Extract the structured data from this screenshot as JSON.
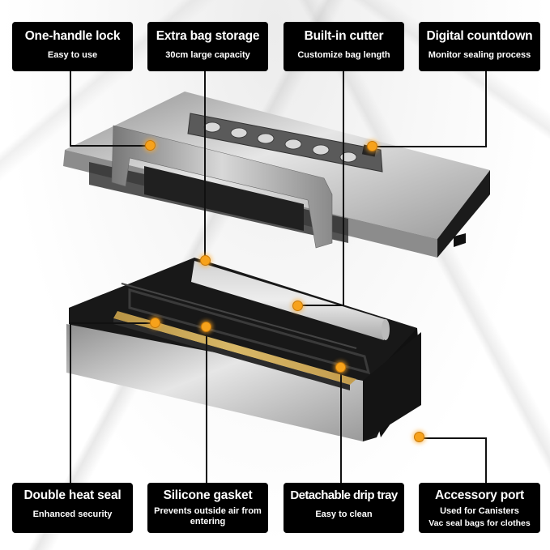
{
  "callouts_top": [
    {
      "title": "One-handle lock",
      "subtitle": "Easy to use"
    },
    {
      "title": "Extra bag storage",
      "subtitle": "30cm large capacity"
    },
    {
      "title": "Built-in cutter",
      "subtitle": "Customize bag length"
    },
    {
      "title": "Digital countdown",
      "subtitle": "Monitor sealing process"
    }
  ],
  "callouts_bottom": [
    {
      "title": "Double heat seal",
      "subtitle": "Enhanced security"
    },
    {
      "title": "Silicone gasket",
      "subtitle": "Prevents outside air from entering"
    },
    {
      "title": "Detachable drip tray",
      "subtitle": "Easy to clean"
    },
    {
      "title": "Accessory port",
      "subtitle": "Used for Canisters",
      "subtitle2": "Vac seal bags for clothes"
    }
  ],
  "colors": {
    "label_bg": "#000000",
    "label_text": "#ffffff",
    "marker": "#f7a21b",
    "heat_strip": "#c9a54e",
    "device_body": "#1a1a1a",
    "steel": "#b8b8b8"
  }
}
